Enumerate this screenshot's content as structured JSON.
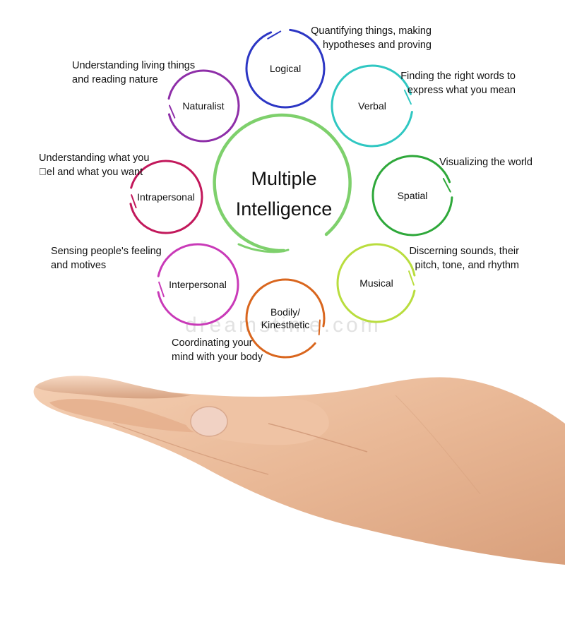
{
  "diagram": {
    "center": {
      "line1": "Multiple",
      "line2": "Intelligence",
      "color": "#7ed06c"
    },
    "nodes": [
      {
        "id": "logical",
        "label_lines": [
          "Logical"
        ],
        "color": "#2c36c4",
        "description_lines": [
          "Quantifying things, making",
          "hypotheses and proving"
        ]
      },
      {
        "id": "verbal",
        "label_lines": [
          "Verbal"
        ],
        "color": "#2fc7c2",
        "description_lines": [
          "Finding the right words to",
          "express what you mean"
        ]
      },
      {
        "id": "spatial",
        "label_lines": [
          "Spatial"
        ],
        "color": "#2ea83a",
        "description_lines": [
          "Visualizing the world"
        ]
      },
      {
        "id": "musical",
        "label_lines": [
          "Musical"
        ],
        "color": "#b9dd3e",
        "description_lines": [
          "Discerning sounds, their",
          "pitch, tone, and rhythm"
        ]
      },
      {
        "id": "bodily-kinesthetic",
        "label_lines": [
          "Bodily/",
          "Kinesthetic"
        ],
        "color": "#d9661e",
        "description_lines": [
          "Coordinating your",
          "mind with your body"
        ]
      },
      {
        "id": "interpersonal",
        "label_lines": [
          "Interpersonal"
        ],
        "color": "#c93ab8",
        "description_lines": [
          "Sensing people's feeling",
          "and motives"
        ]
      },
      {
        "id": "intrapersonal",
        "label_lines": [
          "Intrapersonal"
        ],
        "color": "#c2185b",
        "description_lines": [
          "Understanding what you",
          "\u0000el and what you want"
        ]
      },
      {
        "id": "naturalist",
        "label_lines": [
          "Naturalist"
        ],
        "color": "#8e2ea8",
        "description_lines": [
          "Understanding living things",
          "and reading nature"
        ]
      }
    ]
  },
  "watermark": {
    "text": "dreamstime.com"
  },
  "photo": {
    "subject": "open-palm-hand"
  }
}
